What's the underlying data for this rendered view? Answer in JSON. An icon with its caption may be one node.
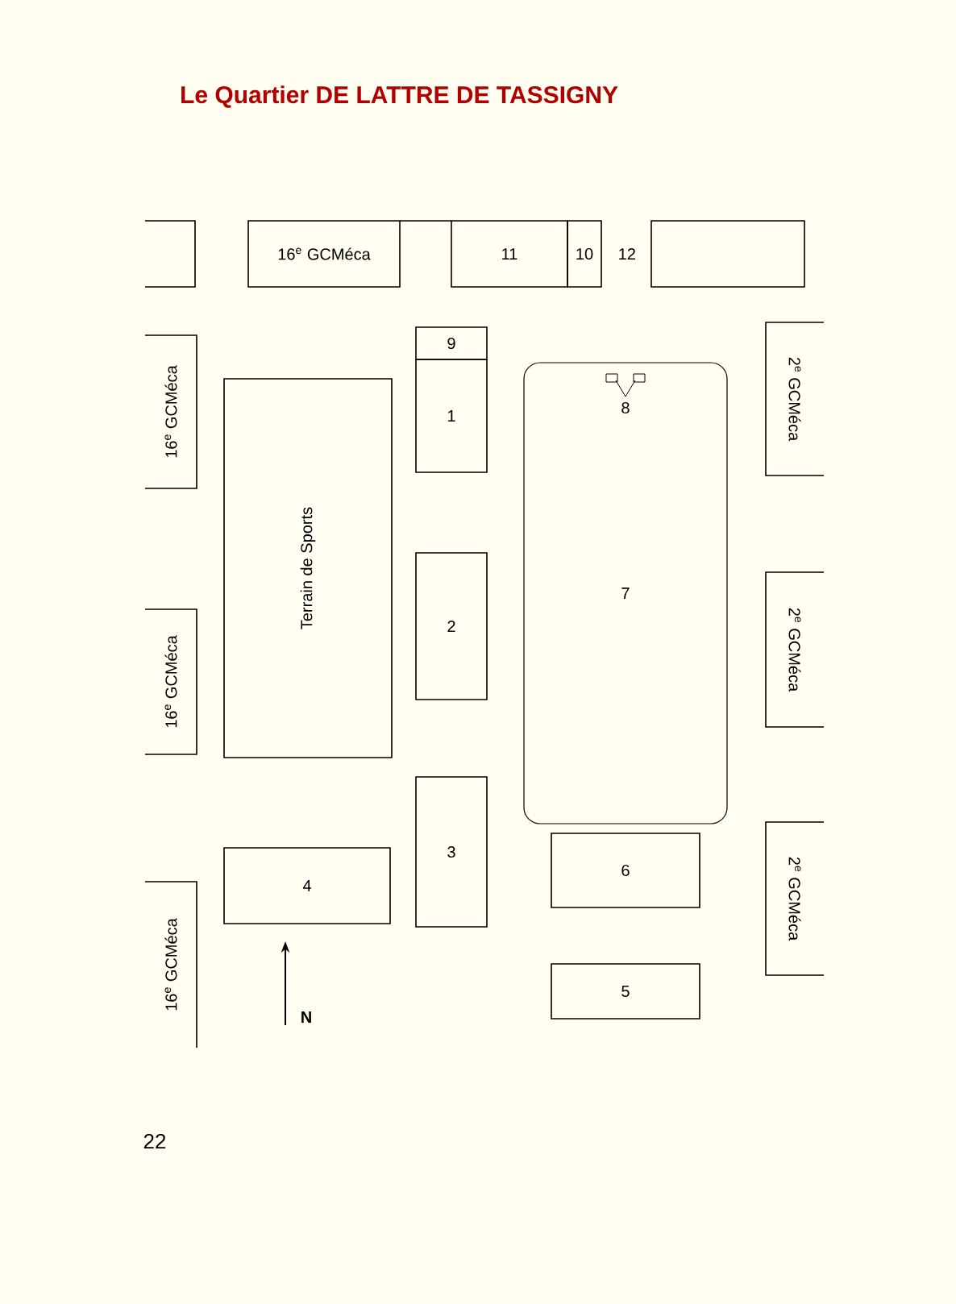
{
  "diagram": {
    "title": "Le Quartier DE LATTRE DE TASSIGNY",
    "nodes": [
      {
        "text": [],
        "shape": "box"
      },
      {
        "text": [
          "16$^{e}$ GCMéca"
        ]
      },
      {
        "text": [
          "11"
        ]
      },
      {
        "text": [
          "10"
        ]
      },
      {
        "text": [],
        "shape": "box",
        "beside": [
          "12"
        ]
      },
      {
        "text": [
          "9"
        ]
      },
      {
        "text": [
          "1"
        ]
      },
      {
        "text": [
          "16$^{e}$ GCMéca"
        ]
      },
      {
        "text": [
          "Terrain de Sports"
        ]
      },
      {
        "text": [
          "2$^{e}$ GCMéca"
        ]
      },
      {
        "text": [
          "7"
        ]
      },
      {
        "text": [
          "8"
        ],
        "in": 10
      },
      {
        "text": [
          "2"
        ]
      },
      {
        "text": [
          "16$^{e}$ GCMéca"
        ]
      },
      {
        "text": [
          "2$^{e}$ GCMéca"
        ]
      },
      {
        "text": [
          "3"
        ]
      },
      {
        "text": [
          "6"
        ]
      },
      {
        "text": [
          "4"
        ]
      },
      {
        "text": [
          "2$^{e}$ GCMéca"
        ]
      },
      {
        "text": [
          "16$^{e}$ GCMéca"
        ]
      },
      {
        "text": [
          "5"
        ]
      }
    ],
    "edges": [],
    "labels": [
      "N",
      "22"
    ]
  }
}
